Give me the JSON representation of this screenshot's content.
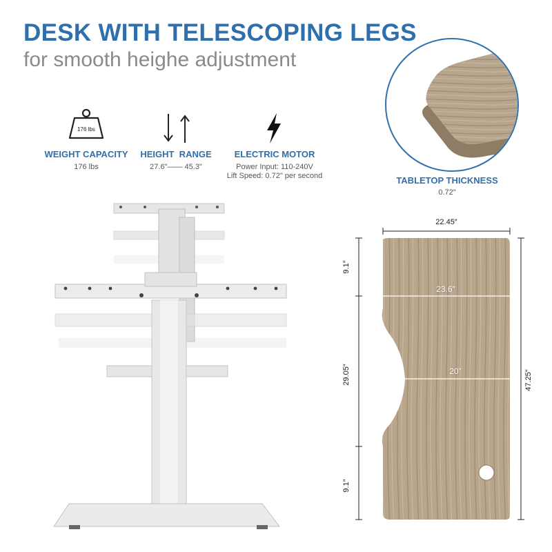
{
  "header": {
    "title": "DESK WITH TELESCOPING LEGS",
    "subtitle": "for smooth heighe adjustment"
  },
  "features": [
    {
      "icon": "weight-icon",
      "icon_text": "176 lbs",
      "label": "WEIGHT CAPACITY",
      "values": [
        "176 lbs"
      ]
    },
    {
      "icon": "height-arrows-icon",
      "label": "HEIGHT  RANGE",
      "values": [
        "27.6\"—— 45.3\""
      ]
    },
    {
      "icon": "lightning-icon",
      "label": "ELECTRIC MOTOR",
      "values": [
        "Power Input: 110-240V",
        "Lift Speed: 0.72\" per second"
      ]
    }
  ],
  "tabletop": {
    "label": "TABLETOP THICKNESS",
    "value": "0.72\""
  },
  "dimensions": {
    "top_width": "22.45″",
    "inner_width_top": "23.6″",
    "inner_width_bottom": "20″",
    "left_top": "9.1″",
    "left_middle": "29.05″",
    "left_bottom": "9.1″",
    "right_total": "47.25″"
  },
  "colors": {
    "accent": "#2f6fae",
    "wood": "#b8a48c",
    "frame": "#e9e9e9"
  }
}
